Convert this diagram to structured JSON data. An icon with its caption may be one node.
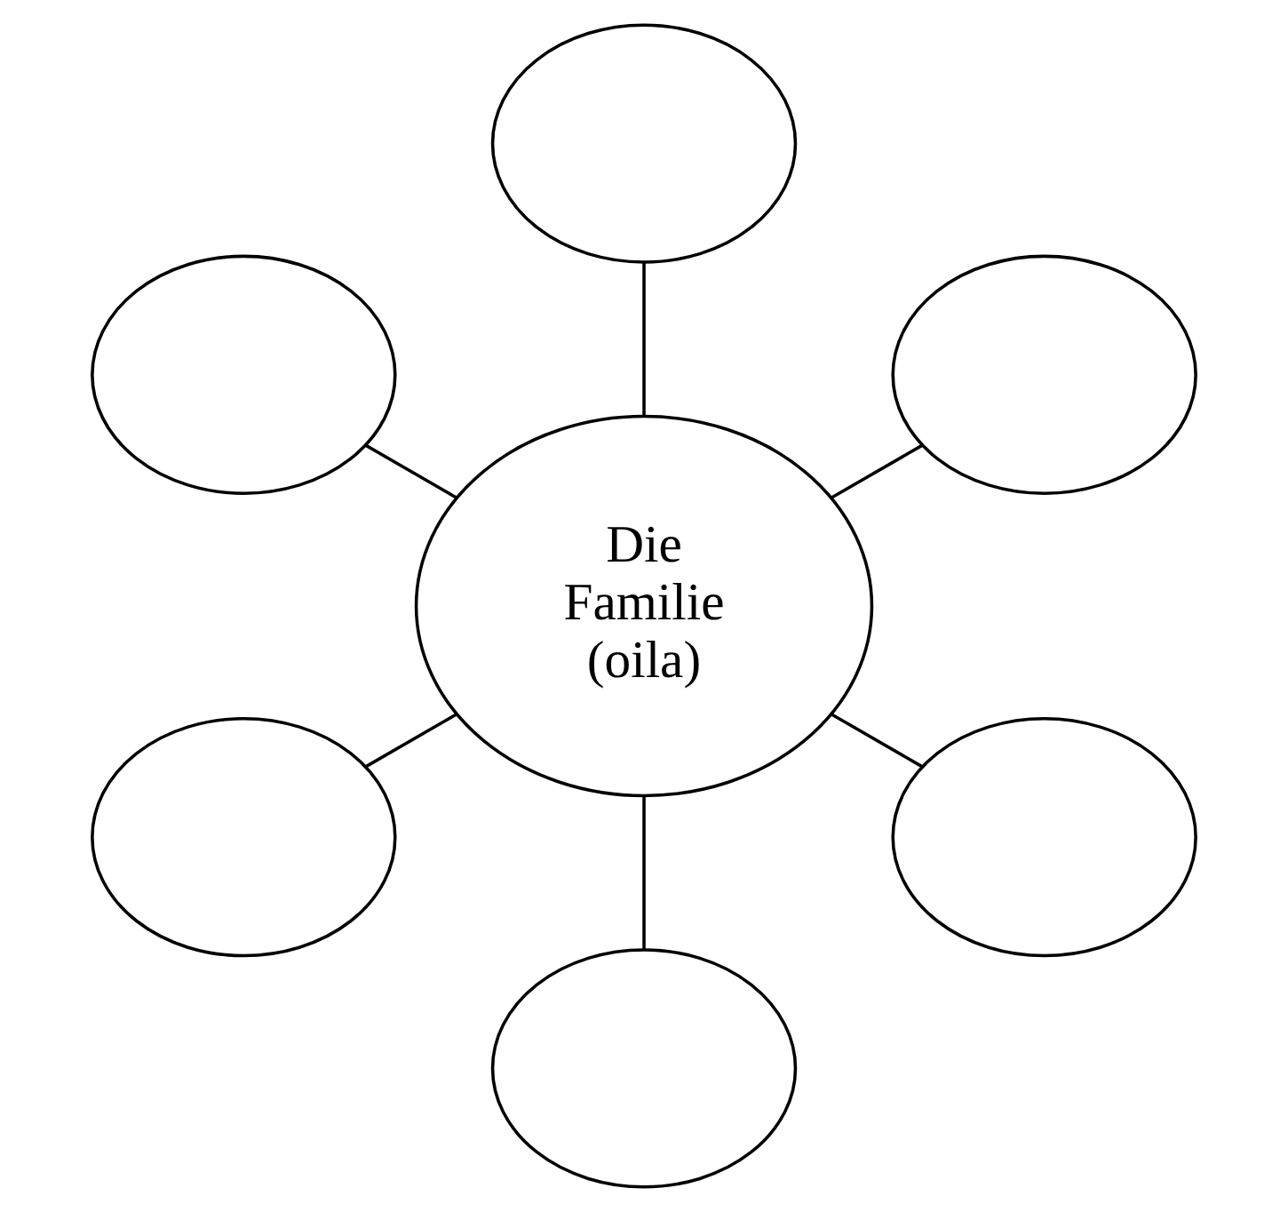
{
  "diagram": {
    "nodes": [
      {
        "text": [
          "Die Familie (oila)"
        ]
      },
      {
        "text": [],
        "shape": "ellipse"
      },
      {
        "text": [],
        "shape": "ellipse"
      },
      {
        "text": [],
        "shape": "ellipse"
      },
      {
        "text": [],
        "shape": "ellipse"
      },
      {
        "text": [],
        "shape": "ellipse"
      },
      {
        "text": [],
        "shape": "ellipse"
      }
    ],
    "edges": [
      {
        "from": 0,
        "to": 1,
        "arrow": "none"
      },
      {
        "from": 0,
        "to": 2,
        "arrow": "none"
      },
      {
        "from": 0,
        "to": 3,
        "arrow": "none"
      },
      {
        "from": 0,
        "to": 4,
        "arrow": "none"
      },
      {
        "from": 0,
        "to": 5,
        "arrow": "none"
      },
      {
        "from": 0,
        "to": 6,
        "arrow": "none"
      }
    ]
  }
}
